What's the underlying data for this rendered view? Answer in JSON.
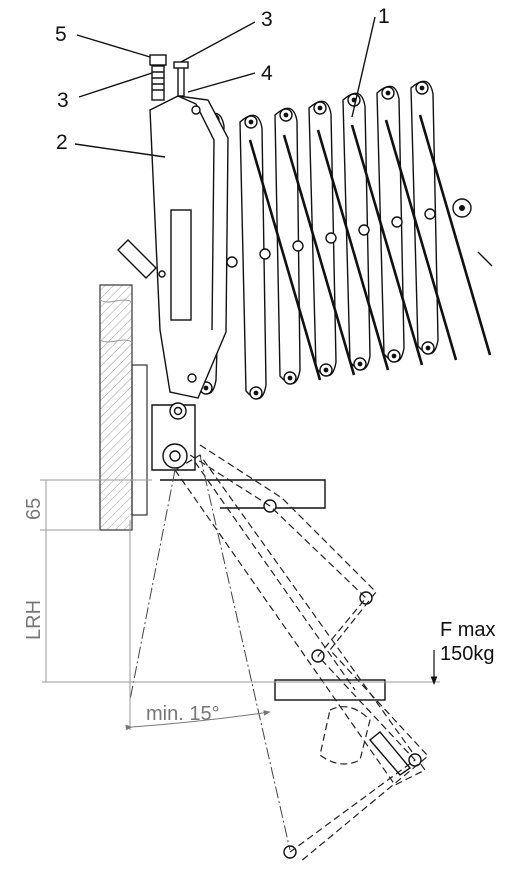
{
  "callouts": {
    "n1": "1",
    "n2": "2",
    "n3_top": "3",
    "n3_left": "3",
    "n4": "4",
    "n5": "5"
  },
  "dimensions": {
    "d65": "65",
    "lrh": "LRH",
    "angle": "min. 15°"
  },
  "force": {
    "line1": "F max",
    "line2": "150kg"
  }
}
